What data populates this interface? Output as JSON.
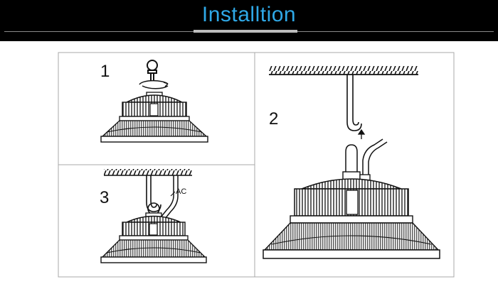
{
  "banner": {
    "title": "Installtion"
  },
  "steps": {
    "step1": {
      "number": "1"
    },
    "step2": {
      "number": "2"
    },
    "step3": {
      "number": "3"
    }
  },
  "labels": {
    "ac": "AC"
  },
  "colors": {
    "title": "#2fa8e6",
    "banner_bg": "#000000",
    "line": "#111111",
    "panel_border": "#a8a8a8"
  }
}
